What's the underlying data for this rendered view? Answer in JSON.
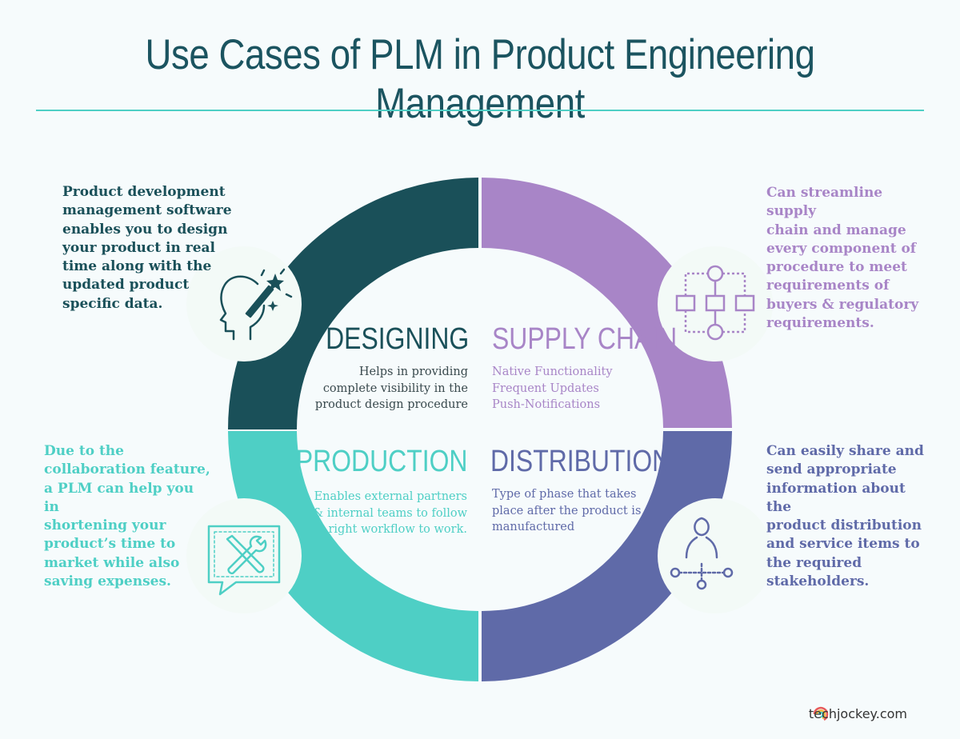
{
  "title": "Use Cases of PLM in Product Engineering Management",
  "quadrants": {
    "designing": {
      "title": "DESIGNING",
      "lines": [
        "Helps in providing",
        "complete visibility in the",
        "product design procedure"
      ],
      "side_lines": [
        "Product development",
        "management software",
        "enables you to design",
        "your product in real",
        "time along with the",
        "updated product",
        "specific data."
      ],
      "color": "#1a5059"
    },
    "supply_chain": {
      "title": "SUPPLY CHAIN",
      "lines": [
        "Native Functionality",
        "Frequent Updates",
        "Push-Notifications"
      ],
      "side_lines": [
        "Can streamline supply",
        "chain and manage",
        "every component of",
        "procedure to meet",
        "requirements of",
        "buyers & regulatory",
        "requirements."
      ],
      "color": "#a885c7"
    },
    "production": {
      "title": "PRODUCTION",
      "lines": [
        "Enables external partners",
        "& internal teams to follow",
        "right workflow to work."
      ],
      "side_lines": [
        "Due to the",
        "collaboration feature,",
        "a PLM can help you in",
        "shortening your",
        "product’s time to",
        "market while also",
        "saving expenses."
      ],
      "color": "#4ecfc5"
    },
    "distribution": {
      "title": "DISTRIBUTION",
      "lines": [
        "Type of phase that takes",
        "place after the product is",
        "manufactured"
      ],
      "side_lines": [
        "Can easily share and",
        "send appropriate",
        "information about the",
        "product distribution",
        "and service items to",
        "the required",
        "stakeholders."
      ],
      "color": "#5f6aa8"
    }
  },
  "icons": {
    "designing": "head-magic-wand-icon",
    "supply_chain": "flowchart-icon",
    "production": "tools-chat-icon",
    "distribution": "person-network-icon"
  },
  "brand": "techjockey.com"
}
